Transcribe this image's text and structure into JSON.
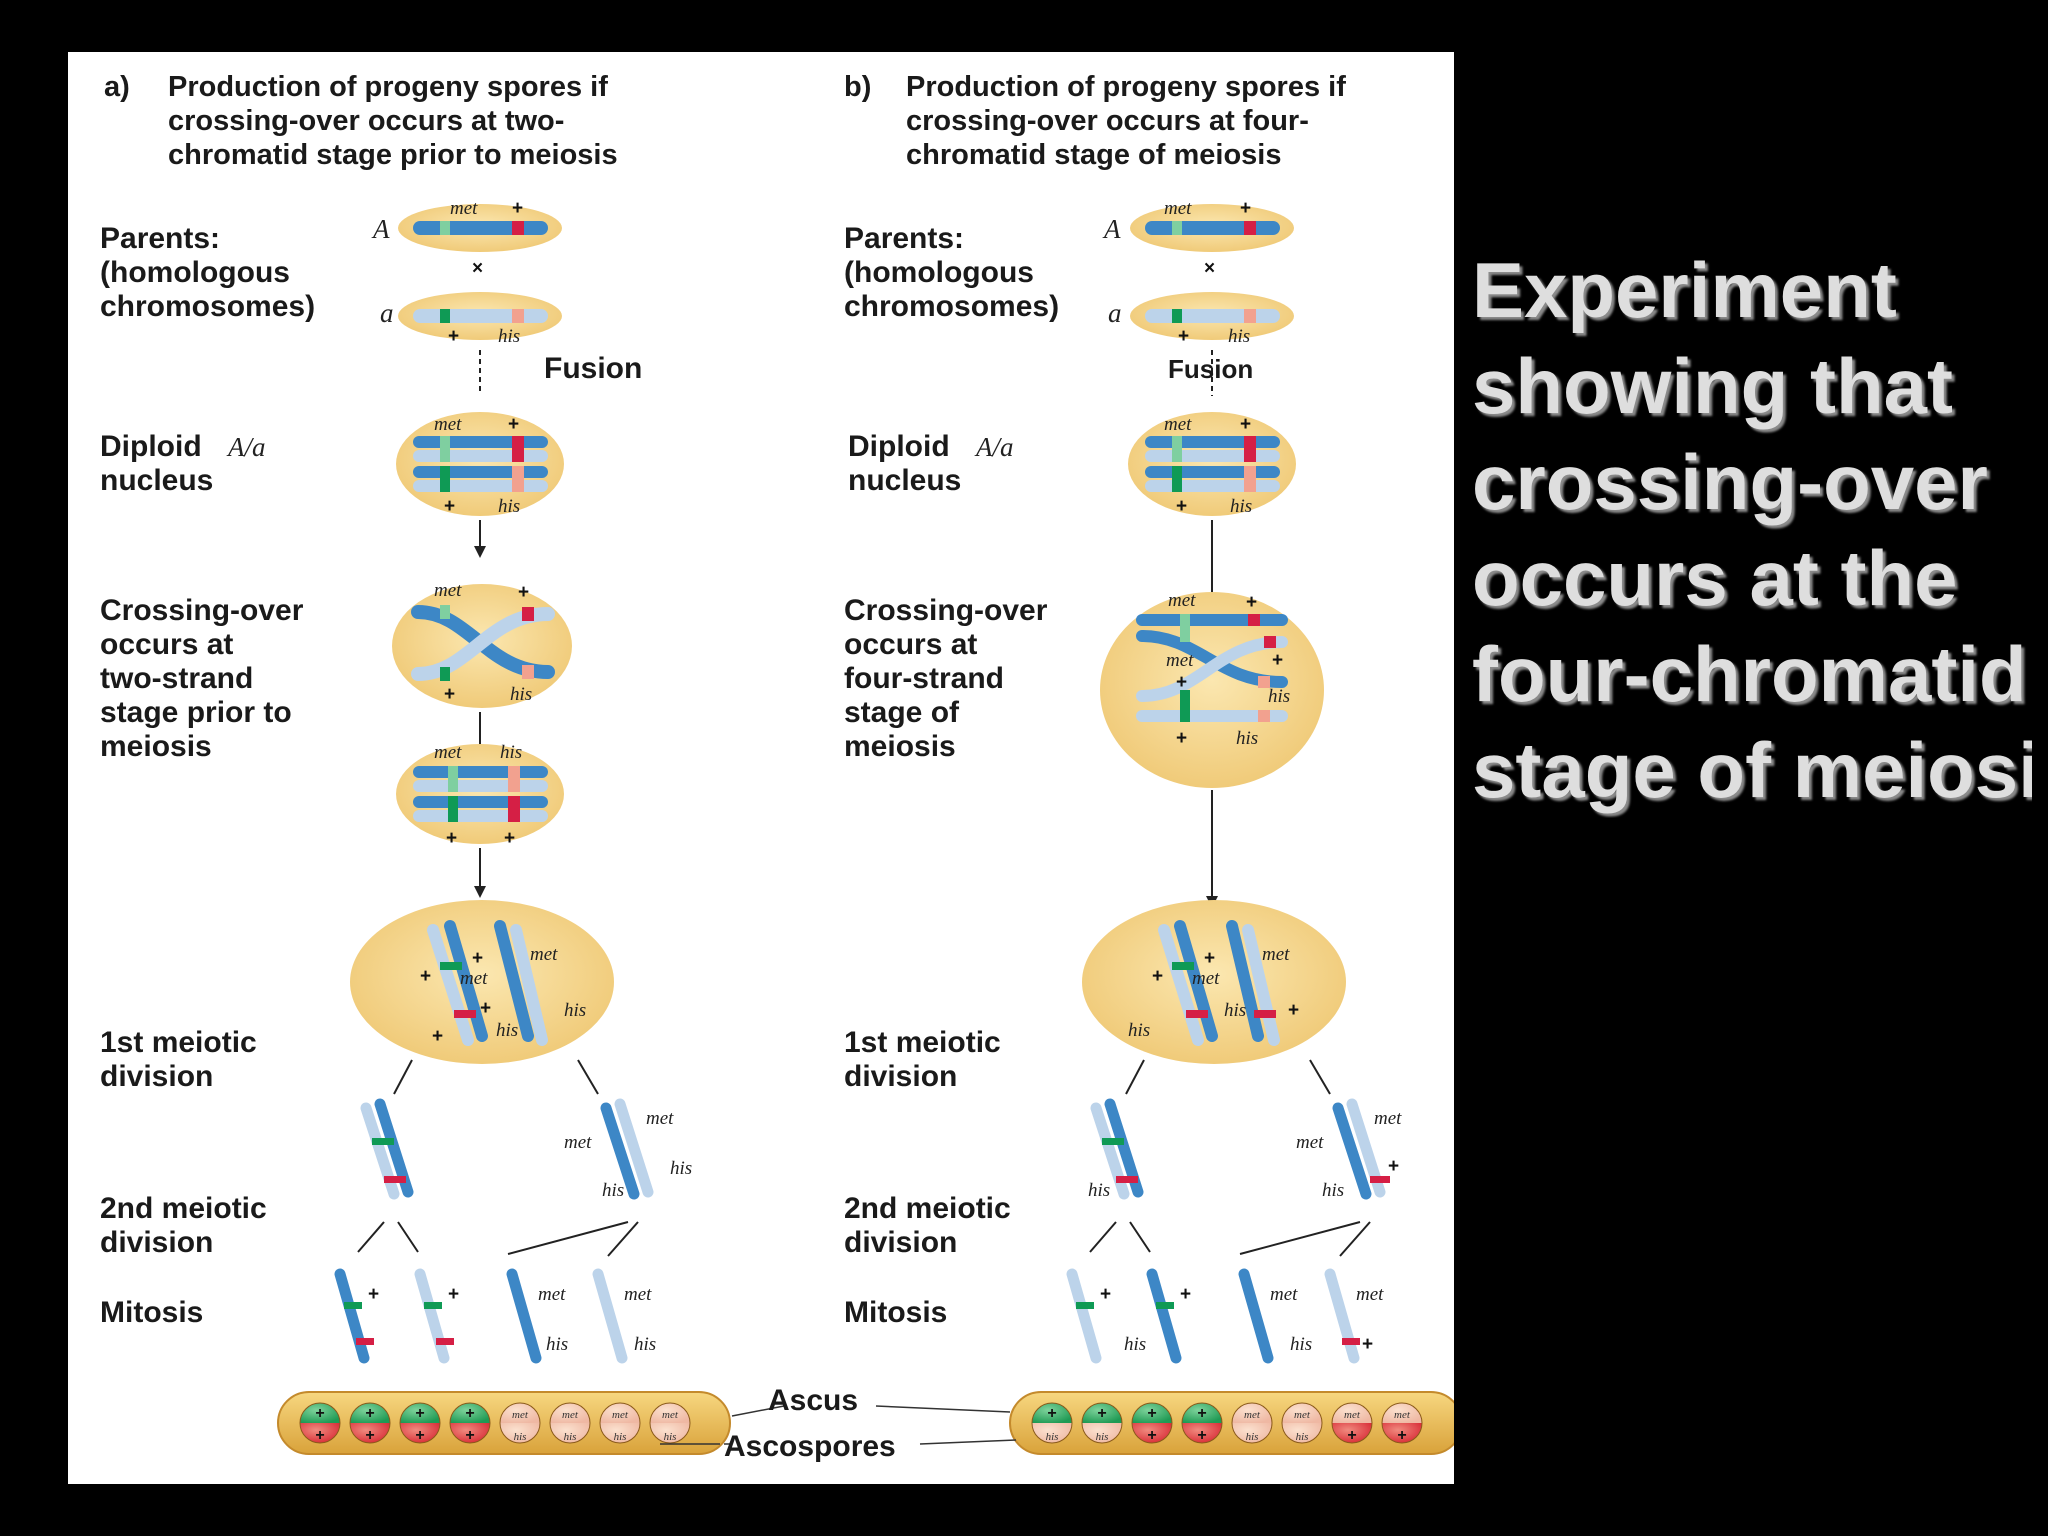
{
  "colors": {
    "page_bg": "#000000",
    "panel_bg": "#ffffff",
    "cell": "#f6d98e",
    "chromatid_dark": "#3d87c6",
    "chromatid_light": "#bcd3ea",
    "met": "#0f9a55",
    "his": "#d51f45",
    "spore_green": "#1f9a54",
    "spore_red": "#d82a35"
  },
  "panel_a": {
    "heading": [
      "a)",
      "Production of progeny spores if",
      "crossing-over occurs at two-",
      "chromatid stage prior to meiosis"
    ],
    "parents": [
      "Parents:",
      "(homologous",
      "chromosomes)"
    ],
    "fusion": "Fusion",
    "diploid": [
      "Diploid",
      "A/a",
      "nucleus"
    ],
    "crossing": [
      "Crossing-over",
      "occurs at",
      "two-strand",
      "stage prior to",
      "meiosis"
    ],
    "meiosis1": [
      "1st meiotic",
      "division"
    ],
    "meiosis2": [
      "2nd meiotic",
      "division"
    ],
    "mitosis": "Mitosis",
    "spores": [
      {
        "top": "+",
        "bottom": "+",
        "top_color": "green",
        "bottom_color": "red"
      },
      {
        "top": "+",
        "bottom": "+",
        "top_color": "green",
        "bottom_color": "red"
      },
      {
        "top": "+",
        "bottom": "+",
        "top_color": "green",
        "bottom_color": "red"
      },
      {
        "top": "+",
        "bottom": "+",
        "top_color": "green",
        "bottom_color": "red"
      },
      {
        "top": "met",
        "bottom": "his",
        "top_color": "pale",
        "bottom_color": "pale"
      },
      {
        "top": "met",
        "bottom": "his",
        "top_color": "pale",
        "bottom_color": "pale"
      },
      {
        "top": "met",
        "bottom": "his",
        "top_color": "pale",
        "bottom_color": "pale"
      },
      {
        "top": "met",
        "bottom": "his",
        "top_color": "pale",
        "bottom_color": "pale"
      }
    ]
  },
  "panel_b": {
    "heading": [
      "b)",
      "Production of progeny spores if",
      "crossing-over occurs at four-",
      "chromatid stage of meiosis"
    ],
    "parents": [
      "Parents:",
      "(homologous",
      "chromosomes)"
    ],
    "fusion": "Fusion",
    "diploid": [
      "Diploid",
      "A/a",
      "nucleus"
    ],
    "crossing": [
      "Crossing-over",
      "occurs at",
      "four-strand",
      "stage of",
      "meiosis"
    ],
    "meiosis1": [
      "1st meiotic",
      "division"
    ],
    "meiosis2": [
      "2nd meiotic",
      "division"
    ],
    "mitosis": "Mitosis",
    "spores": [
      {
        "top": "+",
        "bottom": "his",
        "top_color": "green",
        "bottom_color": "pale"
      },
      {
        "top": "+",
        "bottom": "his",
        "top_color": "green",
        "bottom_color": "pale"
      },
      {
        "top": "+",
        "bottom": "+",
        "top_color": "green",
        "bottom_color": "red"
      },
      {
        "top": "+",
        "bottom": "+",
        "top_color": "green",
        "bottom_color": "red"
      },
      {
        "top": "met",
        "bottom": "his",
        "top_color": "pale",
        "bottom_color": "pale"
      },
      {
        "top": "met",
        "bottom": "his",
        "top_color": "pale",
        "bottom_color": "pale"
      },
      {
        "top": "met",
        "bottom": "+",
        "top_color": "pale",
        "bottom_color": "red"
      },
      {
        "top": "met",
        "bottom": "+",
        "top_color": "pale",
        "bottom_color": "red"
      }
    ]
  },
  "gene_labels": {
    "A": "A",
    "a": "a",
    "met": "met",
    "his": "his",
    "plus": "+",
    "cross": "×"
  },
  "ascus_label": "Ascus",
  "ascospores_label": "Ascospores",
  "side_text": [
    "Experiment",
    "showing that",
    "crossing-over",
    "occurs at the",
    "four-chromatid",
    "stage of meiosis"
  ]
}
